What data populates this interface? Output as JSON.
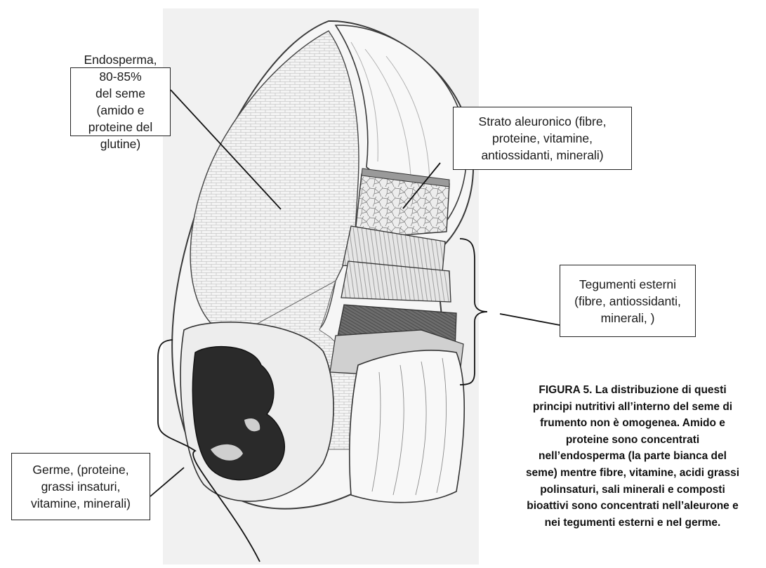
{
  "labels": {
    "endosperm": "Endosperma, 80-85%\ndel seme  (amido e\nproteine del glutine)",
    "aleurone": "Strato aleuronico  (fibre,\nproteine, vitamine,\nantiossidanti, minerali)",
    "tegumenti": "Tegumenti  esterni\n(fibre, antiossidanti,\nminerali, )",
    "germe": "Germe,  (proteine,\ngrassi insaturi,\nvitamine, minerali)"
  },
  "caption": "FIGURA 5. La distribuzione di questi\nprincipi nutritivi all’interno del seme di\nfrumento non è omogenea. Amido e\nproteine sono concentrati\nnell’endosperma (la parte bianca del\nseme) mentre fibre, vitamine, acidi grassi\npolinsaturi, sali minerali e composti\nbioattivi sono concentrati nell’aleurone e\nnei tegumenti esterni e nel germe.",
  "colors": {
    "pencil": "#3a3a3a",
    "germ": "#2a2a2a",
    "paper": "#f1f1f1"
  }
}
